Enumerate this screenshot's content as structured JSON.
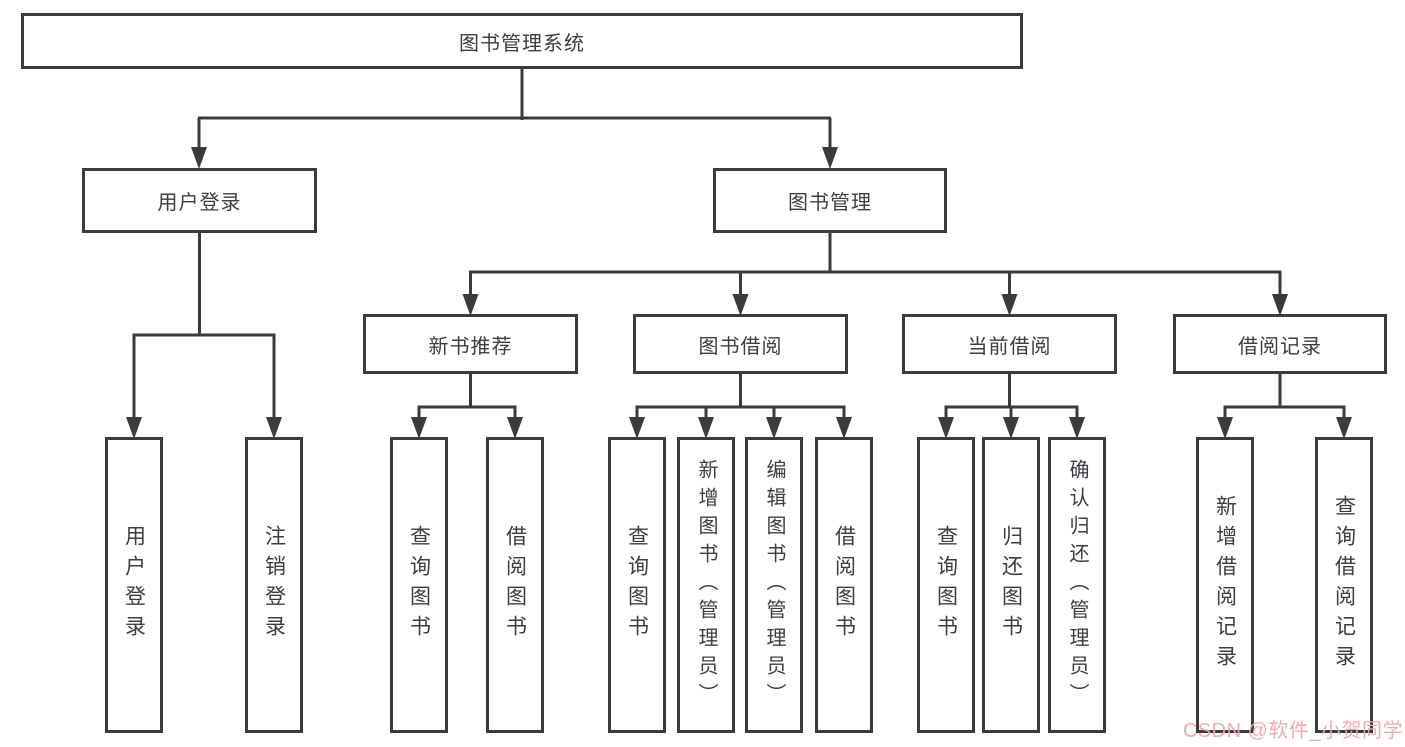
{
  "diagram": {
    "tree": {
      "label": "图书管理系统",
      "children": [
        {
          "label": "用户登录",
          "children": [
            {
              "label": "用户登录"
            },
            {
              "label": "注销登录"
            }
          ]
        },
        {
          "label": "图书管理",
          "children": [
            {
              "label": "新书推荐",
              "children": [
                {
                  "label": "查询图书"
                },
                {
                  "label": "借阅图书"
                }
              ]
            },
            {
              "label": "图书借阅",
              "children": [
                {
                  "label": "查询图书"
                },
                {
                  "label": "新增图书（管理员）"
                },
                {
                  "label": "编辑图书（管理员）"
                },
                {
                  "label": "借阅图书"
                }
              ]
            },
            {
              "label": "当前借阅",
              "children": [
                {
                  "label": "查询图书"
                },
                {
                  "label": "归还图书"
                },
                {
                  "label": "确认归还（管理员）"
                }
              ]
            },
            {
              "label": "借阅记录",
              "children": [
                {
                  "label": "新增借阅记录"
                },
                {
                  "label": "查询借阅记录"
                }
              ]
            }
          ]
        }
      ]
    },
    "colors": {
      "line": "#3b3b3b",
      "box_border": "#3b3b3b",
      "text": "#3a3e42",
      "background": "#ffffff",
      "watermark": "#f0a6b2"
    }
  },
  "watermark": {
    "text": "CSDN @软件_小贺同学"
  }
}
